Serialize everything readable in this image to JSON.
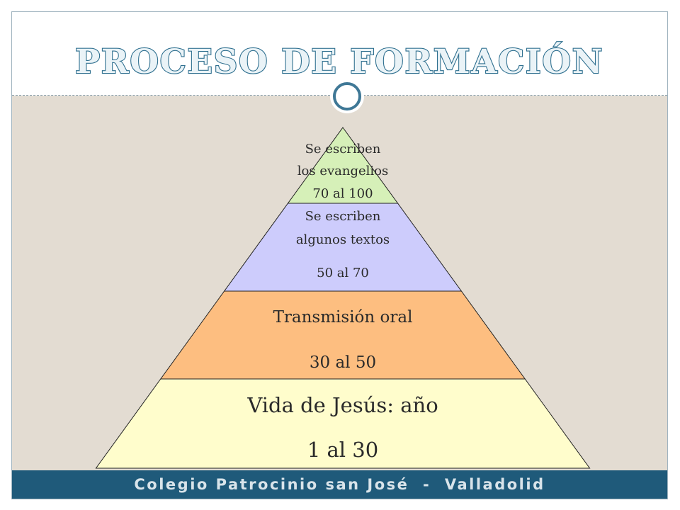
{
  "slide": {
    "title": "PROCESO DE FORMACIÓN",
    "footer": "Colegio Patrocinio san José  -  Valladolid"
  },
  "pyramid": {
    "levels": [
      {
        "lines": [
          "Se escriben",
          "los evangelios",
          "70 al 100"
        ],
        "color": "#d6f0b8"
      },
      {
        "lines": [
          "Se escriben",
          "algunos textos",
          "50 al 70"
        ],
        "color": "#cdccfc"
      },
      {
        "lines": [
          "Transmisión oral",
          "30 al 50"
        ],
        "color": "#fdbe80"
      },
      {
        "lines": [
          "Vida de Jesús: año",
          "1 al 30"
        ],
        "color": "#fffdcc"
      }
    ]
  },
  "colors": {
    "title_fill": "#eaf3f7",
    "title_stroke": "#2e6f8f",
    "footer_bg": "#1f5a7a",
    "content_bg": "#e3dcd2"
  }
}
